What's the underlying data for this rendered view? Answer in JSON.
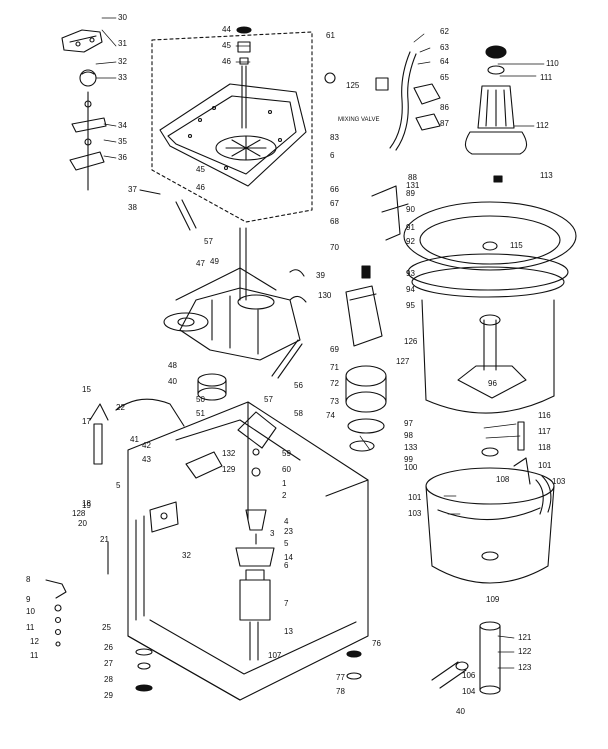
{
  "diagram": {
    "callouts": [
      {
        "id": "c30",
        "text": "30"
      },
      {
        "id": "c31",
        "text": "31"
      },
      {
        "id": "c32",
        "text": "32"
      },
      {
        "id": "c33",
        "text": "33"
      },
      {
        "id": "c34",
        "text": "34"
      },
      {
        "id": "c35",
        "text": "35"
      },
      {
        "id": "c36",
        "text": "36"
      },
      {
        "id": "c37",
        "text": "37"
      },
      {
        "id": "c38",
        "text": "38"
      },
      {
        "id": "c57a",
        "text": "57"
      },
      {
        "id": "c44",
        "text": "44"
      },
      {
        "id": "c45",
        "text": "45"
      },
      {
        "id": "c46",
        "text": "46"
      },
      {
        "id": "c61",
        "text": "61"
      },
      {
        "id": "c45b",
        "text": "45"
      },
      {
        "id": "c46b",
        "text": "46"
      },
      {
        "id": "c47",
        "text": "47"
      },
      {
        "id": "c49",
        "text": "49"
      },
      {
        "id": "c39",
        "text": "39"
      },
      {
        "id": "c130",
        "text": "130"
      },
      {
        "id": "c48",
        "text": "48"
      },
      {
        "id": "c40",
        "text": "40"
      },
      {
        "id": "c56",
        "text": "56"
      },
      {
        "id": "c57b",
        "text": "57"
      },
      {
        "id": "c58",
        "text": "58"
      },
      {
        "id": "c50",
        "text": "50"
      },
      {
        "id": "c51",
        "text": "51"
      },
      {
        "id": "c15",
        "text": "15"
      },
      {
        "id": "c22",
        "text": "22"
      },
      {
        "id": "c17",
        "text": "17"
      },
      {
        "id": "c41",
        "text": "41"
      },
      {
        "id": "c42",
        "text": "42"
      },
      {
        "id": "c43",
        "text": "43"
      },
      {
        "id": "c132",
        "text": "132"
      },
      {
        "id": "c129",
        "text": "129"
      },
      {
        "id": "c59",
        "text": "59"
      },
      {
        "id": "c60",
        "text": "60"
      },
      {
        "id": "c1",
        "text": "1"
      },
      {
        "id": "c2",
        "text": "2"
      },
      {
        "id": "c5a",
        "text": "5"
      },
      {
        "id": "c18",
        "text": "18"
      },
      {
        "id": "c19",
        "text": "19"
      },
      {
        "id": "c128",
        "text": "128"
      },
      {
        "id": "c20",
        "text": "20"
      },
      {
        "id": "c32b",
        "text": "32"
      },
      {
        "id": "c4",
        "text": "4"
      },
      {
        "id": "c23",
        "text": "23"
      },
      {
        "id": "c3",
        "text": "3"
      },
      {
        "id": "c5b",
        "text": "5"
      },
      {
        "id": "c6",
        "text": "6"
      },
      {
        "id": "c14",
        "text": "14"
      },
      {
        "id": "c7",
        "text": "7"
      },
      {
        "id": "c21",
        "text": "21"
      },
      {
        "id": "c8",
        "text": "8"
      },
      {
        "id": "c9",
        "text": "9"
      },
      {
        "id": "c10",
        "text": "10"
      },
      {
        "id": "c11a",
        "text": "11"
      },
      {
        "id": "c12",
        "text": "12"
      },
      {
        "id": "c11b",
        "text": "11"
      },
      {
        "id": "c25",
        "text": "25"
      },
      {
        "id": "c13",
        "text": "13"
      },
      {
        "id": "c107",
        "text": "107"
      },
      {
        "id": "c26",
        "text": "26"
      },
      {
        "id": "c27",
        "text": "27"
      },
      {
        "id": "c28",
        "text": "28"
      },
      {
        "id": "c29",
        "text": "29"
      },
      {
        "id": "c62",
        "text": "62"
      },
      {
        "id": "c63",
        "text": "63"
      },
      {
        "id": "c64",
        "text": "64"
      },
      {
        "id": "c65",
        "text": "65"
      },
      {
        "id": "c125",
        "text": "125"
      },
      {
        "id": "c86",
        "text": "86"
      },
      {
        "id": "c87",
        "text": "87"
      },
      {
        "id": "c83b",
        "text": "83"
      },
      {
        "id": "c6b",
        "text": "6"
      },
      {
        "id": "c88",
        "text": "88"
      },
      {
        "id": "c131",
        "text": "131"
      },
      {
        "id": "c89",
        "text": "89"
      },
      {
        "id": "c66",
        "text": "66"
      },
      {
        "id": "c67",
        "text": "67"
      },
      {
        "id": "c90",
        "text": "90"
      },
      {
        "id": "c68",
        "text": "68"
      },
      {
        "id": "c91",
        "text": "91"
      },
      {
        "id": "c92",
        "text": "92"
      },
      {
        "id": "c70",
        "text": "70"
      },
      {
        "id": "c93",
        "text": "93"
      },
      {
        "id": "c94",
        "text": "94"
      },
      {
        "id": "c95",
        "text": "95"
      },
      {
        "id": "c126",
        "text": "126"
      },
      {
        "id": "c69",
        "text": "69"
      },
      {
        "id": "c71",
        "text": "71"
      },
      {
        "id": "c127",
        "text": "127"
      },
      {
        "id": "c72",
        "text": "72"
      },
      {
        "id": "c73",
        "text": "73"
      },
      {
        "id": "c110",
        "text": "110"
      },
      {
        "id": "c111",
        "text": "111"
      },
      {
        "id": "c112",
        "text": "112"
      },
      {
        "id": "c113",
        "text": "113"
      },
      {
        "id": "c115",
        "text": "115"
      },
      {
        "id": "c96",
        "text": "96"
      },
      {
        "id": "c97",
        "text": "97"
      },
      {
        "id": "c98",
        "text": "98"
      },
      {
        "id": "c133",
        "text": "133"
      },
      {
        "id": "c74",
        "text": "74"
      },
      {
        "id": "c99",
        "text": "99"
      },
      {
        "id": "c100",
        "text": "100"
      },
      {
        "id": "c116",
        "text": "116"
      },
      {
        "id": "c117",
        "text": "117"
      },
      {
        "id": "c118",
        "text": "118"
      },
      {
        "id": "c101",
        "text": "101"
      },
      {
        "id": "c103",
        "text": "103"
      },
      {
        "id": "c108",
        "text": "108"
      },
      {
        "id": "c101b",
        "text": "101"
      },
      {
        "id": "c103b",
        "text": "103"
      },
      {
        "id": "c109",
        "text": "109"
      },
      {
        "id": "c121",
        "text": "121"
      },
      {
        "id": "c122",
        "text": "122"
      },
      {
        "id": "c123",
        "text": "123"
      },
      {
        "id": "c76",
        "text": "76"
      },
      {
        "id": "c77",
        "text": "77"
      },
      {
        "id": "c78",
        "text": "78"
      },
      {
        "id": "c106",
        "text": "106"
      },
      {
        "id": "c104",
        "text": "104"
      },
      {
        "id": "c40b",
        "text": "40"
      }
    ],
    "notes": {
      "mixing_valve": "MIXING VALVE"
    }
  }
}
